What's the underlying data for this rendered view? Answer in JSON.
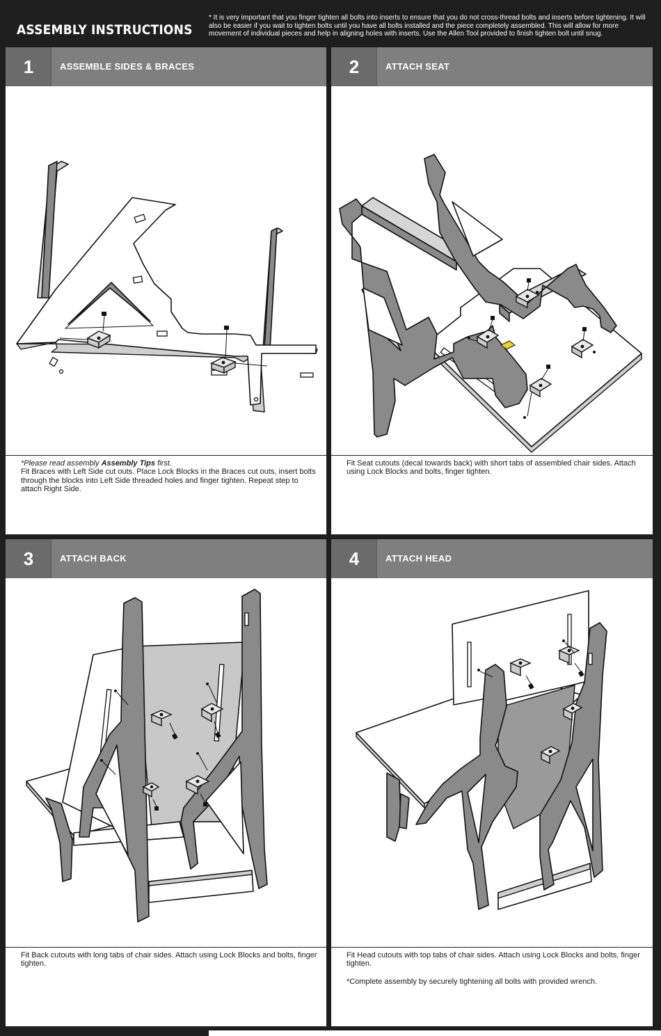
{
  "header": {
    "title": "ASSEMBLY INSTRUCTIONS",
    "note": "* It is very important that you finger tighten all bolts into inserts to ensure that you do not cross-thread bolts and inserts before tightening. It will also be easier if you wait to tighten bolts until you have all bolts installed and the piece completely assembled. This will allow for more movement of individual pieces and help in aligning holes with inserts.  Use the Allen Tool provided to finish tighten bolt until snug."
  },
  "steps": [
    {
      "number": "1",
      "title": "ASSEMBLE SIDES & BRACES",
      "caption_prefix": "*Please read assembly ",
      "caption_bold": "Assembly Tips",
      "caption_suffix": " first.",
      "caption": "Fit Braces with Left Side cut outs. Place Lock Blocks in the Braces cut outs, insert bolts through the blocks into Left Side threaded holes and finger tighten. Repeat step to attach Right Side."
    },
    {
      "number": "2",
      "title": "ATTACH SEAT",
      "caption": "Fit Seat cutouts (decal towards back) with short tabs of assembled chair sides. Attach using Lock Blocks and bolts, finger tighten."
    },
    {
      "number": "3",
      "title": "ATTACH BACK",
      "caption": "Fit Back cutouts with long tabs of chair sides. Attach using Lock Blocks and bolts, finger tighten."
    },
    {
      "number": "4",
      "title": "ATTACH HEAD",
      "caption": "Fit Head cutouts with top tabs of chair sides. Attach using Lock Blocks and bolts, finger tighten.",
      "caption2": "*Complete assembly by securely tightening all bolts with provided wrench."
    }
  ],
  "colors": {
    "frame": "#1e1e1e",
    "header_bar": "#7f7f7f",
    "step_box": "#6b6b6b",
    "wood": "#8a8a8a",
    "decal": "#e8d23a"
  }
}
